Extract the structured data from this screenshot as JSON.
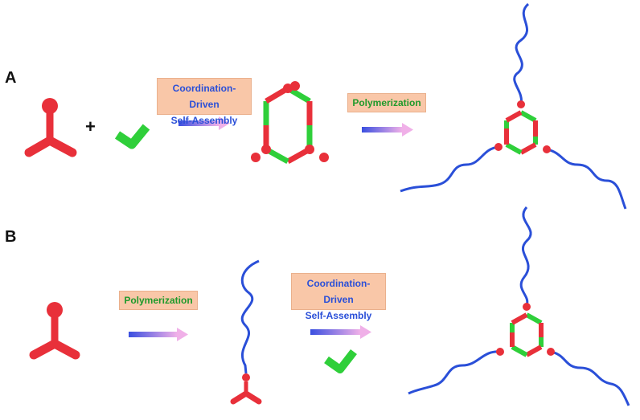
{
  "panels": {
    "a": {
      "label": "A",
      "step1": {
        "line1": "Coordination-Driven",
        "line2": "Self-Assembly"
      },
      "step2": {
        "label": "Polymerization"
      },
      "plus": "+"
    },
    "b": {
      "label": "B",
      "step1": {
        "label": "Polymerization"
      },
      "step2": {
        "line1": "Coordination-Driven",
        "line2": "Self-Assembly"
      }
    }
  },
  "colors": {
    "red": "#e8303a",
    "green": "#2fcf3a",
    "blue": "#2a4fd8",
    "box_bg": "#f9c7a8",
    "arrow_start": "#3a4fe0",
    "arrow_end": "#f0b0e8"
  }
}
